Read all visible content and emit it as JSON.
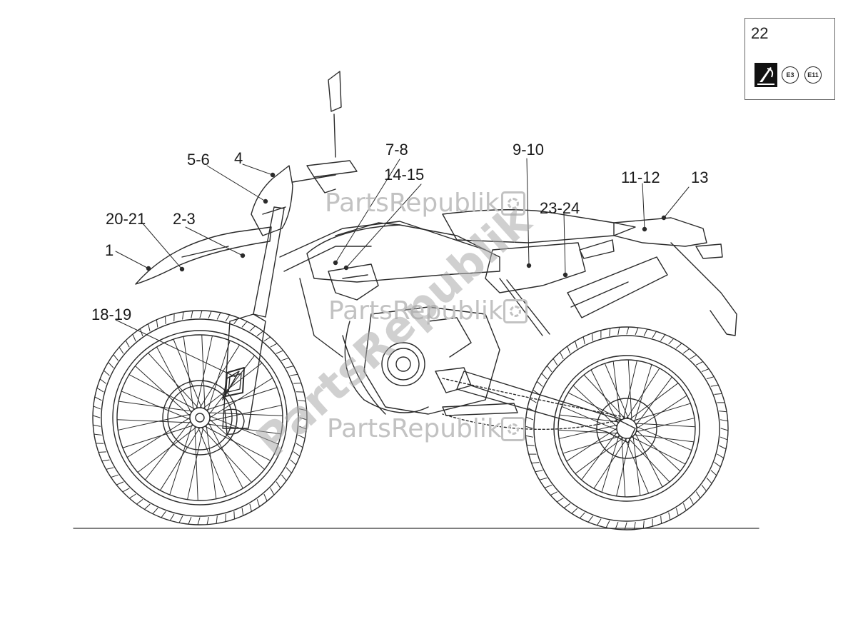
{
  "inset": {
    "number": "22",
    "badge_left": "E3",
    "badge_right": "E11"
  },
  "callouts": {
    "c1": "1",
    "c2_3": "2-3",
    "c4": "4",
    "c5_6": "5-6",
    "c7_8": "7-8",
    "c9_10": "9-10",
    "c11_12": "11-12",
    "c13": "13",
    "c14_15": "14-15",
    "c18_19": "18-19",
    "c20_21": "20-21",
    "c23_24": "23-24"
  },
  "watermark": {
    "text": "PartsRepublik",
    "diagonal_text": "PartsRepublik"
  },
  "colors": {
    "line": "#2a2a2a",
    "watermark": "#c2c2c2",
    "background": "#ffffff"
  }
}
